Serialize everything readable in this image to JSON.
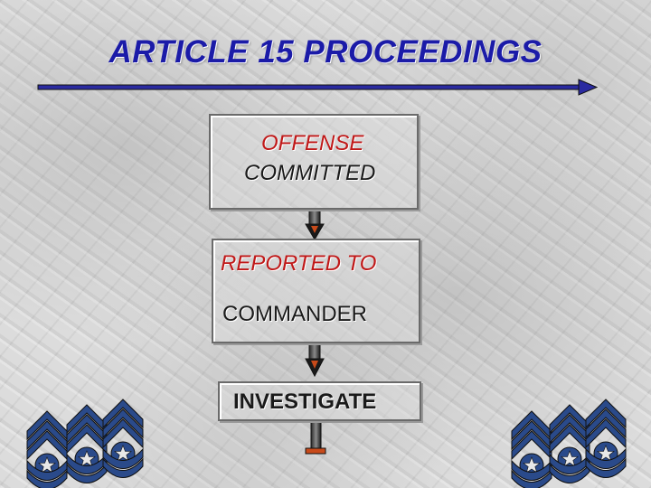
{
  "title": "ARTICLE 15 PROCEEDINGS",
  "steps": [
    {
      "line1": "OFFENSE",
      "line2": "COMMITTED"
    },
    {
      "line1": "REPORTED TO",
      "line2": "COMMANDER"
    },
    {
      "line1": "INVESTIGATE"
    }
  ],
  "colors": {
    "title": "#1b1ba8",
    "highlight_text": "#c01818",
    "arrow": "#1a1a1a",
    "arrow_accent": "#c84a1a",
    "insignia_blue": "#2a4a8a"
  },
  "icons": {
    "insignia": "chevron-rank-insignia",
    "arrow": "down-arrow"
  }
}
